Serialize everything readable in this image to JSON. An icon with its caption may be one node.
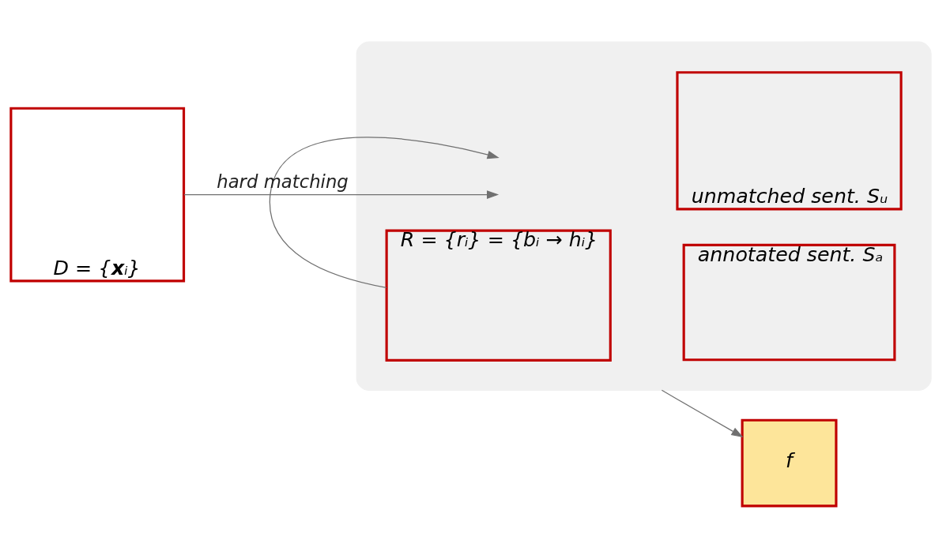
{
  "diagram": {
    "nodes": [
      {
        "text": [],
        "shape": "box"
      },
      {
        "text": [
          "R = {rᵢ} = {bᵢ → hᵢ}"
        ],
        "in": 0
      },
      {
        "text": [
          "D = {**x**ᵢ}"
        ]
      },
      {
        "text": [
          "annotated sent. Sₐ"
        ],
        "in": 0
      },
      {
        "text": [
          "unmatched sent. Sᵤ"
        ],
        "in": 0
      },
      {
        "text": [
          "f"
        ]
      }
    ],
    "edges": [
      {
        "from": 2,
        "to": null,
        "arrow": "to",
        "label": "hard matching"
      },
      {
        "from": 1,
        "to": null,
        "arrow": "to"
      },
      {
        "from": 0,
        "to": 5,
        "arrow": "to"
      }
    ]
  }
}
